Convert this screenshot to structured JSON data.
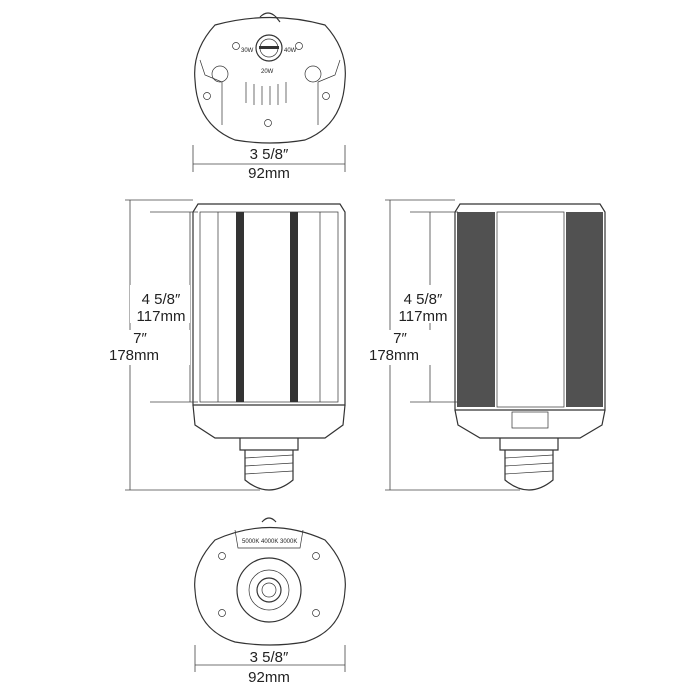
{
  "top_view": {
    "width_in": "3 5/8″",
    "width_mm": "92mm",
    "labels": {
      "w30": "30W",
      "w40": "40W",
      "w20": "20W"
    }
  },
  "front_view": {
    "height_in": "7″",
    "height_mm": "178mm",
    "body_in": "4 5/8″",
    "body_mm": "117mm"
  },
  "side_view": {
    "height_in": "7″",
    "height_mm": "178mm",
    "body_in": "4 5/8″",
    "body_mm": "117mm"
  },
  "bottom_view": {
    "width_in": "3 5/8″",
    "width_mm": "92mm",
    "cct": [
      "5000K",
      "4000K",
      "3000K"
    ]
  }
}
